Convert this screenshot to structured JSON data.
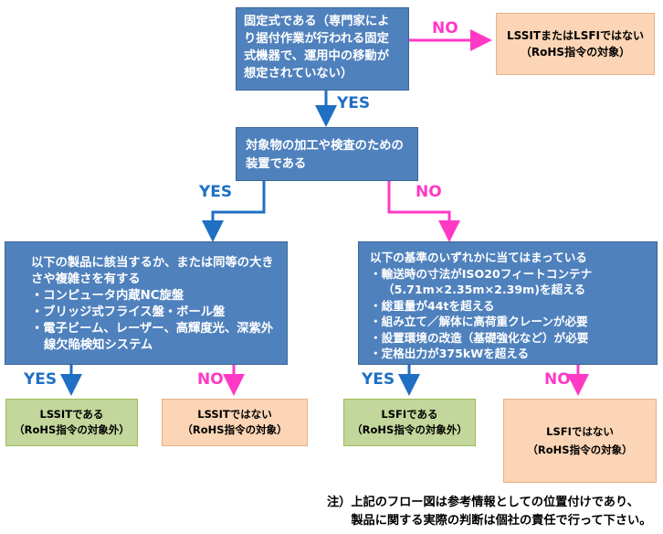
{
  "q1": "固定式である（専門家により据付作業が行われる固定式機器で、運用中の移動が想定されていない）",
  "q2": "対象物の加工や検査のための装置である",
  "q3_left": {
    "intro": "以下の製品に該当するか、または同等の大きさや複雑さを有する",
    "items": [
      "・コンピュータ内蔵NC旋盤",
      "・ブリッジ式フライス盤・ボール盤",
      "・電子ビーム、レーザー、高輝度光、深紫外線欠陥検知システム"
    ]
  },
  "q3_right": {
    "intro": "以下の基準のいずれかに当てはまっている",
    "items": [
      "・輸送時の寸法がISO20フィートコンテナ（5.71m×2.35m×2.39m)を超える",
      "・総重量が44tを超える",
      "・組み立て／解体に高荷重クレーンが必要",
      "・設置環境の改造（基礎強化など）が必要",
      "・定格出力が375kWを超える"
    ]
  },
  "results": {
    "top_no": {
      "line1": "LSSITまたはLSFIではない",
      "line2": "（RoHS指令の対象）"
    },
    "lssit_yes": {
      "line1": "LSSITである",
      "line2": "（RoHS指令の対象外）"
    },
    "lssit_no": {
      "line1": "LSSITではない",
      "line2": "（RoHS指令の対象）"
    },
    "lsfi_yes": {
      "line1": "LSFIである",
      "line2": "（RoHS指令の対象外）"
    },
    "lsfi_no": {
      "line1": "LSFIではない",
      "line2": "（RoHS指令の対象）"
    }
  },
  "labels": {
    "yes": "YES",
    "no": "NO"
  },
  "note": "注）上記のフロー図は参考情報としての位置付けであり、\n　　製品に関する実際の判断は個社の責任で行って下さい。",
  "colors": {
    "decision": "#4f81bd",
    "not_applicable": "#fbd5b5",
    "applicable": "#c3d69b",
    "yes_arrow": "#1f6fc3",
    "no_arrow": "#ff39c6"
  }
}
